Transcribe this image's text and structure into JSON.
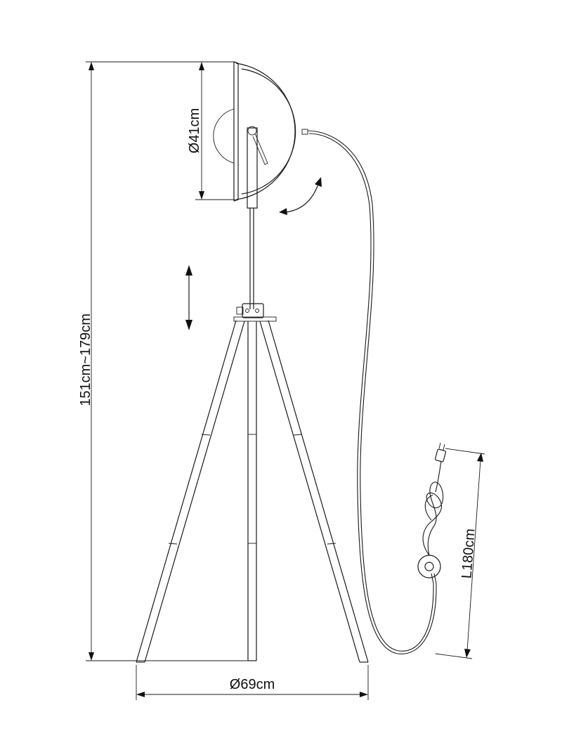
{
  "dimensions": {
    "height": "151cm~179cm",
    "shade_diameter": "Ø41cm",
    "base_diameter": "Ø69cm",
    "cable_length": "L180cm"
  },
  "colors": {
    "line": "#1a1a1a",
    "background": "#ffffff"
  }
}
